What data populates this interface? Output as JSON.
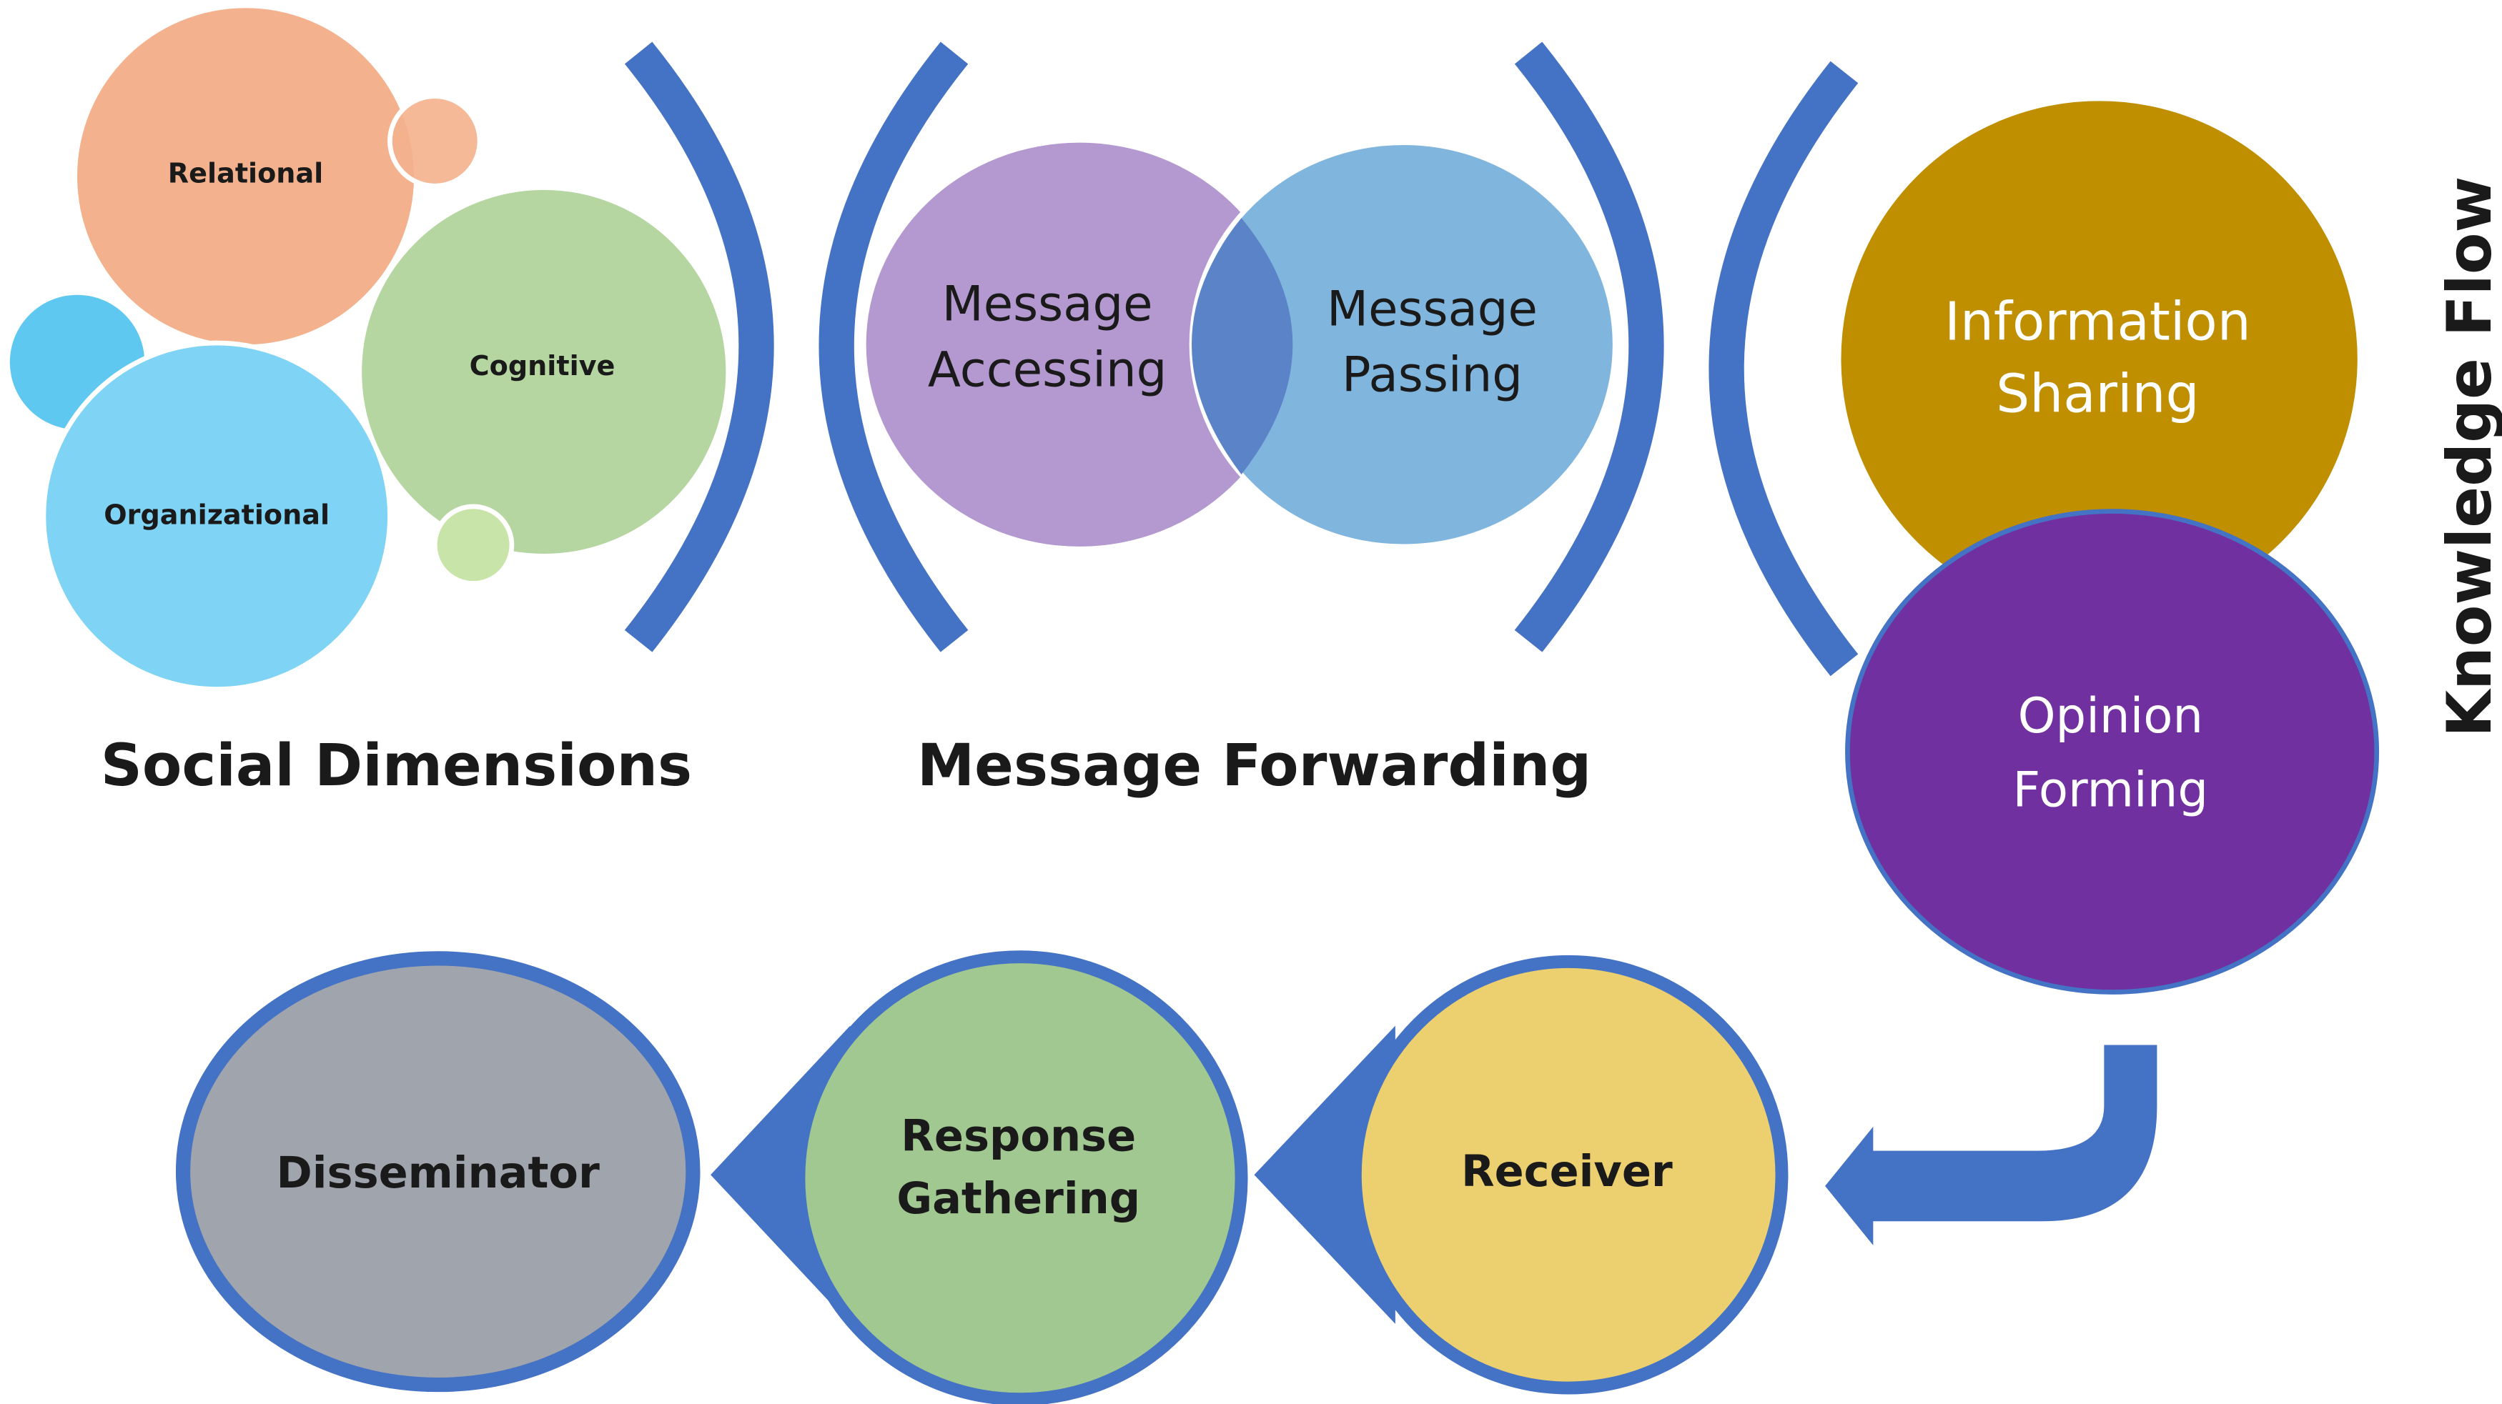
{
  "social_dimensions": {
    "title": "Social Dimensions",
    "relational": "Relational",
    "cognitive": "Cognitive",
    "organizational": "Organizational"
  },
  "message_forwarding": {
    "title": "Message Forwarding",
    "accessing_line1": "Message",
    "accessing_line2": "Accessing",
    "passing_line1": "Message",
    "passing_line2": "Passing"
  },
  "knowledge_flow": {
    "title": "Knowledge Flow",
    "info_line1": "Information",
    "info_line2": "Sharing",
    "opinion_line1": "Opinion",
    "opinion_line2": "Forming"
  },
  "process": {
    "receiver": "Receiver",
    "response_line1": "Response",
    "response_line2": "Gathering",
    "disseminator": "Disseminator"
  },
  "colors": {
    "bracket_blue": "#4472c4",
    "relational": "#f4b18d",
    "cognitive": "#b5d6a0",
    "organizational": "#7fd3f5",
    "accessing": "#b399d0",
    "passing": "#80b5de",
    "information_sharing": "#bf8f00",
    "opinion_forming": "#7030a0",
    "receiver": "#ecd070",
    "response_gathering": "#a0c890",
    "disseminator": "#a0a4ac"
  }
}
